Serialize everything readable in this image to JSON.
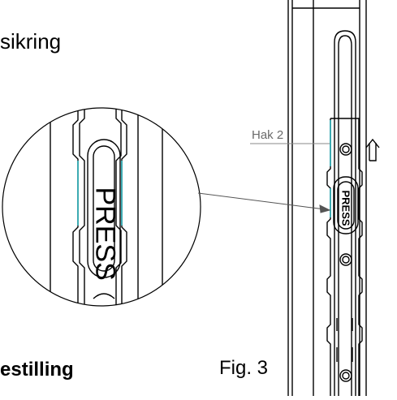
{
  "labels": {
    "top_partial": "sikring",
    "bottom_partial": "estilling",
    "figure": "Fig. 3",
    "callout": "Hak 2",
    "press_main": "PRESS",
    "press_detail": "PRESS"
  },
  "colors": {
    "line": "#000000",
    "callout_line": "#8a8a8a",
    "accent": "#00b7c3",
    "background": "#ffffff"
  },
  "icons": {
    "arrow": "up-arrow-icon",
    "hole": "circle-hole-icon"
  }
}
